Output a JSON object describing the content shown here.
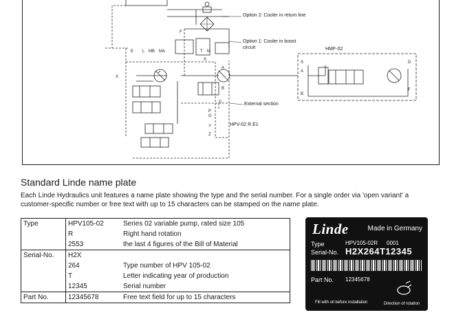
{
  "diagram": {
    "option2_label": "Option 2: Cooler in return line",
    "option1_label_line1": "Option 1: Cooler in boost",
    "option1_label_line2": "circuit",
    "hmf_label": "HMF-02",
    "external_label": "External section",
    "hpv_label": "HPV-02 R E1",
    "port_letters": [
      "E",
      "L",
      "MB",
      "MA",
      "F",
      "T",
      "M",
      "S",
      "A",
      "B",
      "D",
      "P",
      "G",
      "Y",
      "Z",
      "X",
      "S",
      "A",
      "B",
      "D",
      "F"
    ]
  },
  "section": {
    "title": "Standard Linde name plate",
    "intro": "Each Linde Hydraulics unit features a name plate showing the type and the serial number. For a single order via 'open variant' a customer-specific number or free text with up to 15 characters can be stamped on the name plate."
  },
  "table": [
    {
      "key": "Type",
      "rows": [
        {
          "code": "HPV105-02",
          "desc": "Series 02 variable pump, rated size 105"
        },
        {
          "code": "R",
          "desc": "Right hand rotation"
        },
        {
          "code": "2553",
          "desc": "the last 4 figures of the Bill of Material"
        }
      ]
    },
    {
      "key": "Serial-No.",
      "rows": [
        {
          "code": "H2X",
          "desc": ""
        },
        {
          "code": "264",
          "desc": "Type number of HPV 105-02"
        },
        {
          "code": "T",
          "desc": "Letter indicating year of production"
        },
        {
          "code": "12345",
          "desc": "Serial number"
        }
      ]
    },
    {
      "key": "Part No.",
      "rows": [
        {
          "code": "12345678",
          "desc": "Free text field for up to 15 characters"
        }
      ]
    }
  ],
  "nameplate": {
    "brand": "Linde",
    "made_in": "Made in Germany",
    "type_label": "Type",
    "type_value": "HPV105-02R",
    "type_suffix": "0001",
    "serial_label": "Serial-No.",
    "serial_value": "H2X264T12345",
    "part_label": "Part No.",
    "part_value": "12345678",
    "fill_note": "Fill with oil before installation",
    "direction_note": "Direction of rotation",
    "rotation_icon": "rotation-arrow-icon"
  }
}
